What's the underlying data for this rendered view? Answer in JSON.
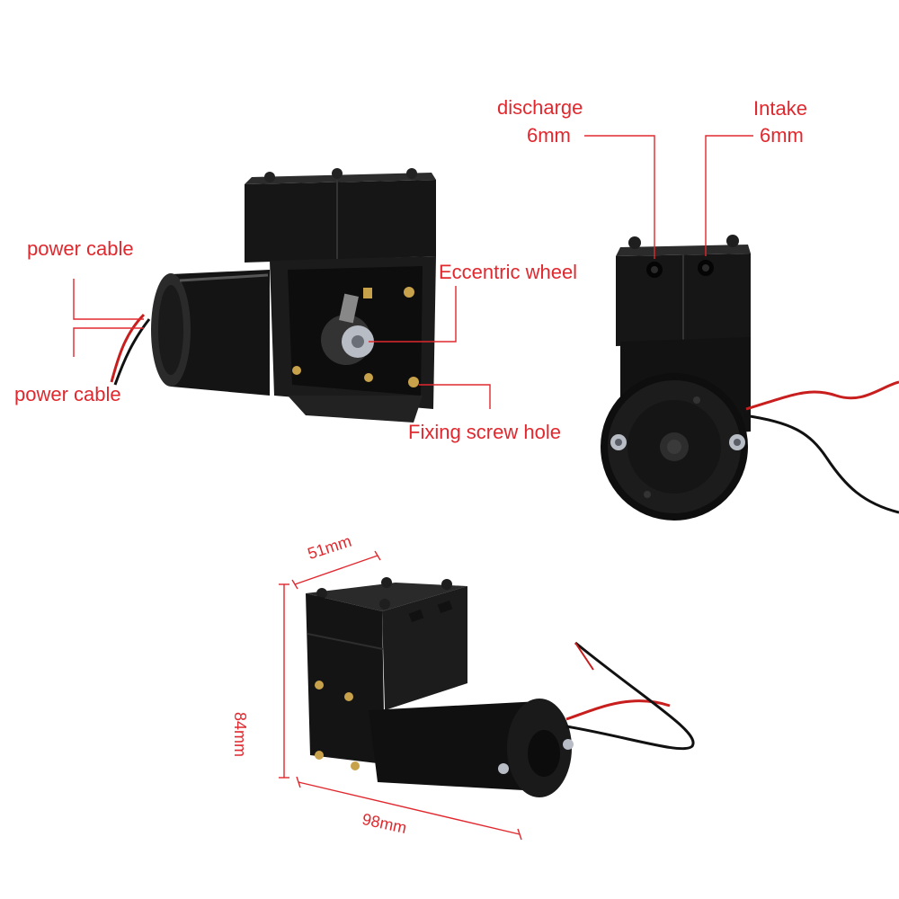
{
  "labels": {
    "power_cable_top": "power cable",
    "power_cable_bottom": "power cable",
    "eccentric_wheel": "Eccentric wheel",
    "fixing_screw_hole": "Fixing screw hole",
    "discharge_name": "discharge",
    "discharge_size": "6mm",
    "intake_name": "Intake",
    "intake_size": "6mm"
  },
  "dimensions": {
    "width": "51mm",
    "height": "84mm",
    "length": "98mm"
  },
  "colors": {
    "annotation": "#e0282e",
    "pump_body": "#121212",
    "brass": "#c8a24a"
  }
}
